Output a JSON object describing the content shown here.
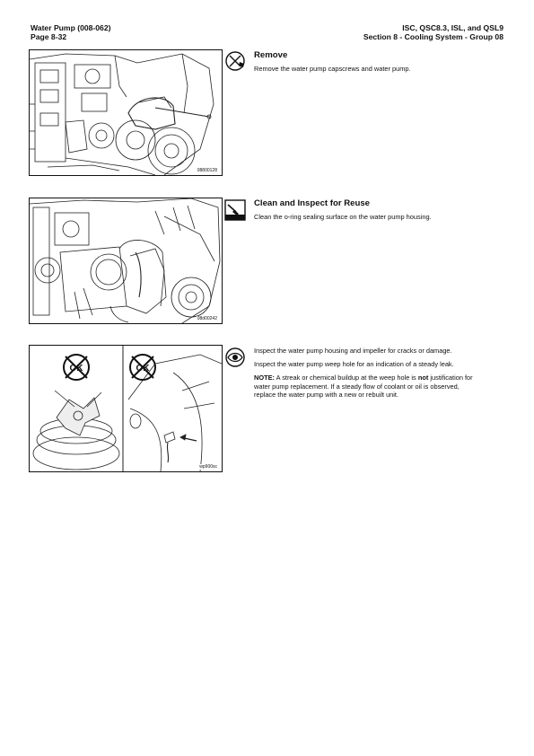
{
  "header": {
    "left_title": "Water Pump (008-062)",
    "left_page": "Page 8-32",
    "right_models": "ISC, QSC8.3, ISL, and QSL9",
    "right_section": "Section 8 - Cooling System - Group 08"
  },
  "sections": [
    {
      "title": "Remove",
      "text": "Remove the water pump capscrews and water pump.",
      "figure_id": "08800128",
      "icon": "wrench-remove-icon"
    },
    {
      "title": "Clean and Inspect for Reuse",
      "text": "Clean the o-ring sealing surface on the water pump housing.",
      "figure_id": "08d00242",
      "icon": "clean-inspect-icon"
    },
    {
      "title": "",
      "para1": "Inspect the water pump housing and impeller for cracks or damage.",
      "para2": "Inspect the water pump weep hole for an indication of a steady leak.",
      "note_label": "NOTE:",
      "note_pre": " A streak or chemical buildup at the weep hole is ",
      "note_bold": "not",
      "note_post": " justification for water pump replacement. If a steady flow of coolant or oil is observed, replace the water pump with a new or rebuilt unit.",
      "figure_id": "wp900sc",
      "badge_left": "OK",
      "badge_right": "OK",
      "icon": "eye-inspect-icon"
    }
  ]
}
